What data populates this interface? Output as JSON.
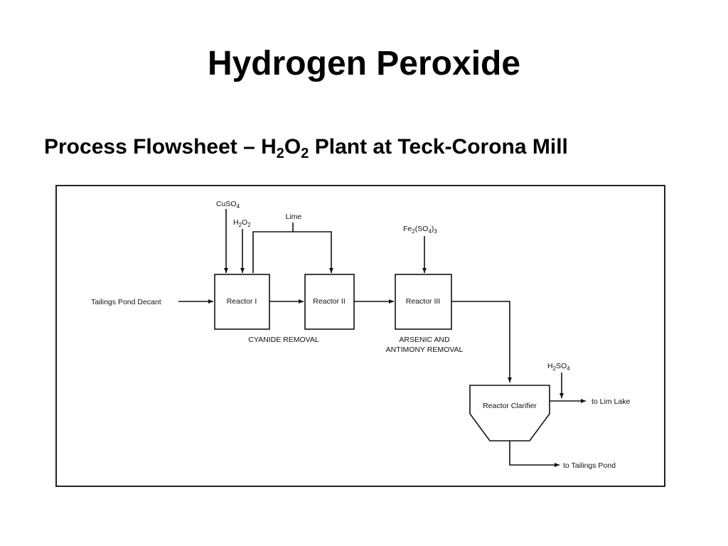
{
  "title": "Hydrogen Peroxide",
  "subtitle": {
    "prefix": "Process Flowsheet – H",
    "sub1": "2",
    "mid": "O",
    "sub2": "2",
    "suffix": " Plant at Teck-Corona Mill"
  },
  "diagram": {
    "inputs": {
      "tailings": "Tailings Pond Decant",
      "cuso4": "CuSO",
      "cuso4_sub": "4",
      "h2o2_h": "H",
      "h2o2_sub1": "2",
      "h2o2_o": "O",
      "h2o2_sub2": "2",
      "lime": "Lime",
      "fe2so43_fe": "Fe",
      "fe2so43_sub1": "2",
      "fe2so43_so": "(SO",
      "fe2so43_sub2": "4",
      "fe2so43_close": ")",
      "fe2so43_sub3": "3",
      "h2so4_h": "H",
      "h2so4_sub1": "2",
      "h2so4_so": "SO",
      "h2so4_sub2": "4"
    },
    "units": {
      "reactor1": "Reactor I",
      "reactor2": "Reactor II",
      "reactor3": "Reactor III",
      "clarifier": "Reactor Clarifier"
    },
    "stages": {
      "cyanide": "CYANIDE  REMOVAL",
      "arsenic_line1": "ARSENIC  AND",
      "arsenic_line2": "ANTIMONY REMOVAL"
    },
    "outputs": {
      "lake": "to Lim Lake",
      "pond": "to Tailings Pond"
    }
  }
}
